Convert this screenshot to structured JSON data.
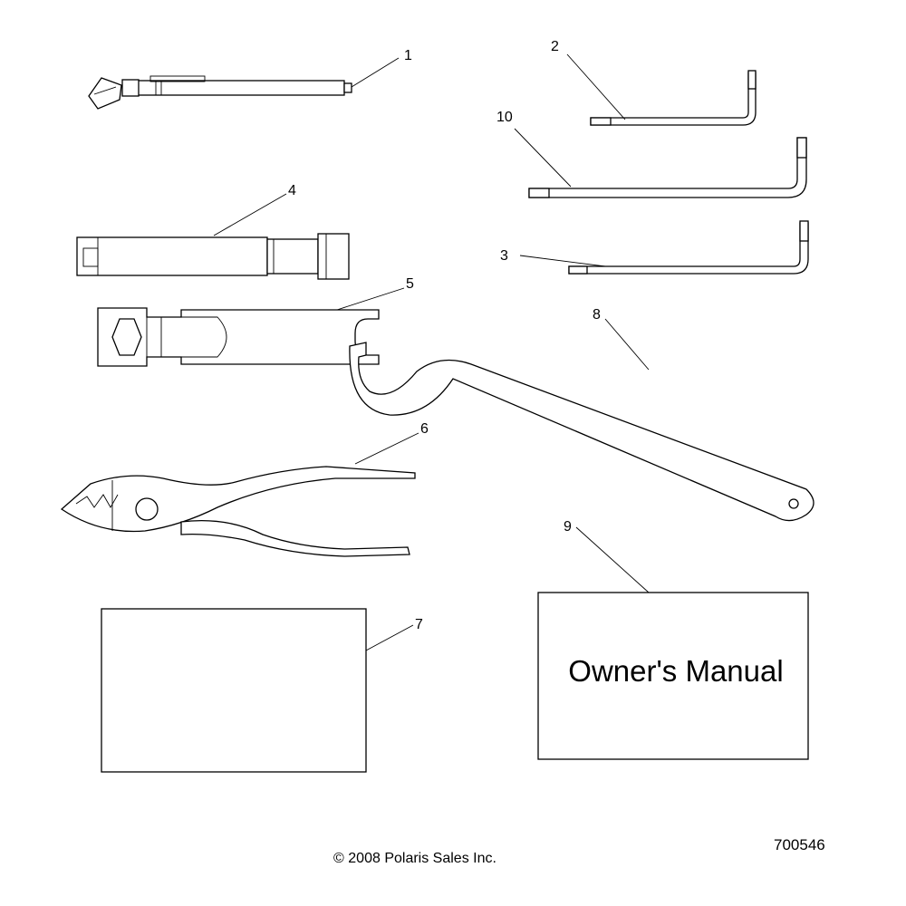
{
  "callouts": {
    "c1": "1",
    "c2": "2",
    "c3": "3",
    "c4": "4",
    "c5": "5",
    "c6": "6",
    "c7": "7",
    "c8": "8",
    "c9": "9",
    "c10": "10"
  },
  "manual_text": "Owner's Manual",
  "copyright": "© 2008 Polaris Sales Inc.",
  "drawing_number": "700546"
}
